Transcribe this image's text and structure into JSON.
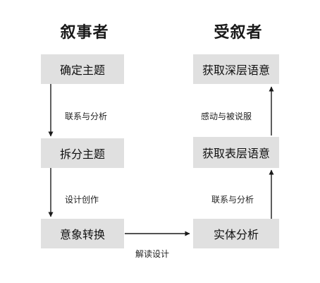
{
  "narrator": {
    "title": "叙事者",
    "nodes": [
      "确定主题",
      "拆分主题",
      "意象转换"
    ],
    "edges": [
      "联系与分析",
      "设计创作"
    ]
  },
  "receiver": {
    "title": "受叙者",
    "nodes": [
      "获取深层语意",
      "获取表层语意",
      "实体分析"
    ],
    "edges": [
      "感动与被说服",
      "联系与分析"
    ]
  },
  "bridge": {
    "label": "解读设计"
  },
  "colors": {
    "box_fill": "#e0e0e0",
    "line": "#1a1a1a",
    "text": "#111111"
  }
}
